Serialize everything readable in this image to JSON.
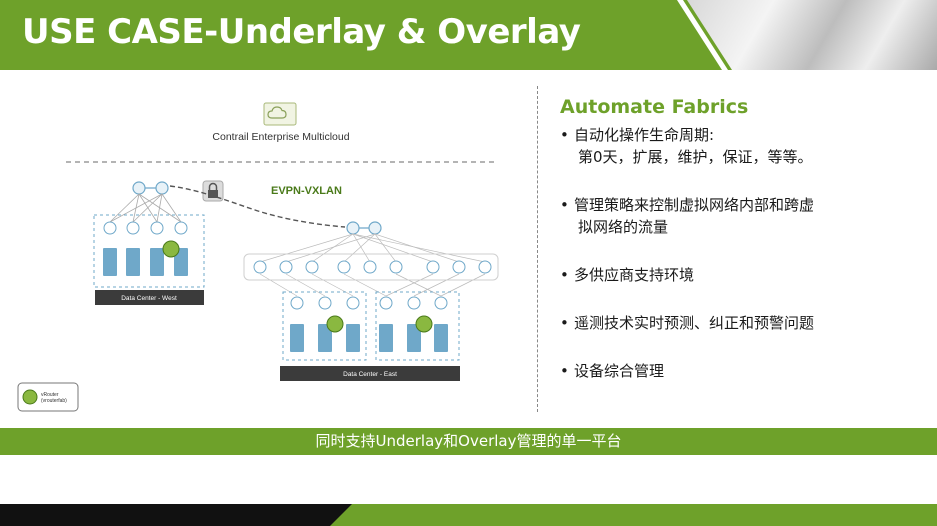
{
  "slide": {
    "title": "USE CASE-Underlay & Overlay",
    "footer_banner": "同时支持Underlay和Overlay管理的单一平台"
  },
  "diagram": {
    "cloud_label": "Contrail Enterprise Multicloud",
    "evpn_label": "EVPN-VXLAN",
    "dc_west_label": "Data Center - West",
    "dc_east_label": "Data Center - East",
    "legend_line1": "vRouter",
    "legend_line2": "(vrouterfab)"
  },
  "right_panel": {
    "heading": "Automate Fabrics",
    "bullets": [
      {
        "line1": "自动化操作生命周期:",
        "line2": "第0天，扩展，维护，保证，等等。"
      },
      {
        "line1": "管理策略来控制虚拟网络内部和跨虚",
        "line2": "拟网络的流量"
      },
      {
        "line1": "多供应商支持环境",
        "line2": ""
      },
      {
        "line1": "遥测技术实时预测、纠正和预警问题",
        "line2": ""
      },
      {
        "line1": "设备综合管理",
        "line2": ""
      }
    ]
  },
  "colors": {
    "brand_green": "#6ea12a",
    "device_blue": "#6fa8c9",
    "dc_label_bg": "#3b3b3b"
  }
}
